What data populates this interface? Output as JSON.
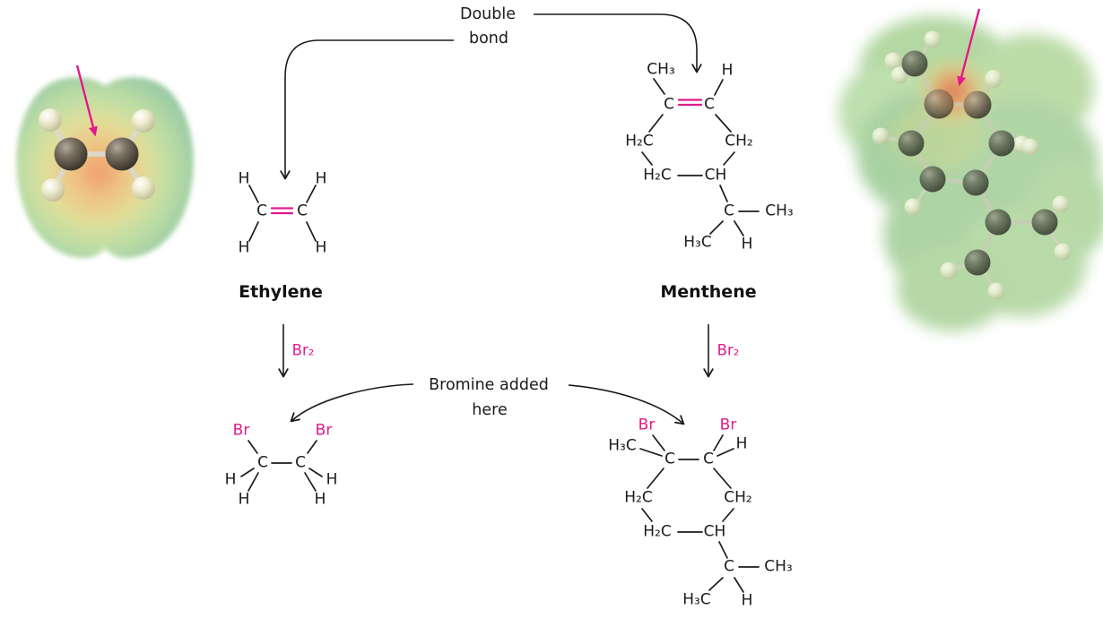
{
  "colors": {
    "accent_pink": "#e01a8c",
    "ink": "#1b1b1b"
  },
  "figure": {
    "double_bond_label": [
      "Double",
      "bond"
    ],
    "bromine_added_label": [
      "Bromine added",
      "here"
    ],
    "reagent_left": "Br₂",
    "reagent_right": "Br₂"
  },
  "ethylene": {
    "title": "Ethylene",
    "atoms": {
      "h_tl": "H",
      "h_tr": "H",
      "c_left": "C",
      "c_right": "C",
      "h_bl": "H",
      "h_br": "H"
    }
  },
  "menthene": {
    "title": "Menthene",
    "atoms": {
      "ch3_top": "CH₃",
      "h_vinyl": "H",
      "c1": "C",
      "c2": "C",
      "h2c_upper_left": "H₂C",
      "ch2_upper_right": "CH₂",
      "h2c_lower_left": "H₂C",
      "ch_lower_right": "CH",
      "c_isopropyl": "C",
      "ch3_right": "CH₃",
      "h3c_bottom": "H₃C",
      "h_bottom": "H"
    }
  },
  "dibromoethane": {
    "atoms": {
      "br_left": "Br",
      "br_right": "Br",
      "c_left": "C",
      "c_right": "C",
      "h_left": "H",
      "h_bottom_left": "H",
      "h_right": "H",
      "h_bottom_right": "H"
    }
  },
  "dibromomenthane": {
    "atoms": {
      "br_left": "Br",
      "br_right": "Br",
      "h3c_top": "H₃C",
      "h_top": "H",
      "c_left": "C",
      "c_right": "C",
      "h2c_upper_left": "H₂C",
      "ch2_upper_right": "CH₂",
      "h2c_lower_left": "H₂C",
      "ch_lower_right": "CH",
      "c_isopropyl": "C",
      "ch3_right": "CH₃",
      "h3c_bottom": "H₃C",
      "h_bottom": "H"
    }
  }
}
